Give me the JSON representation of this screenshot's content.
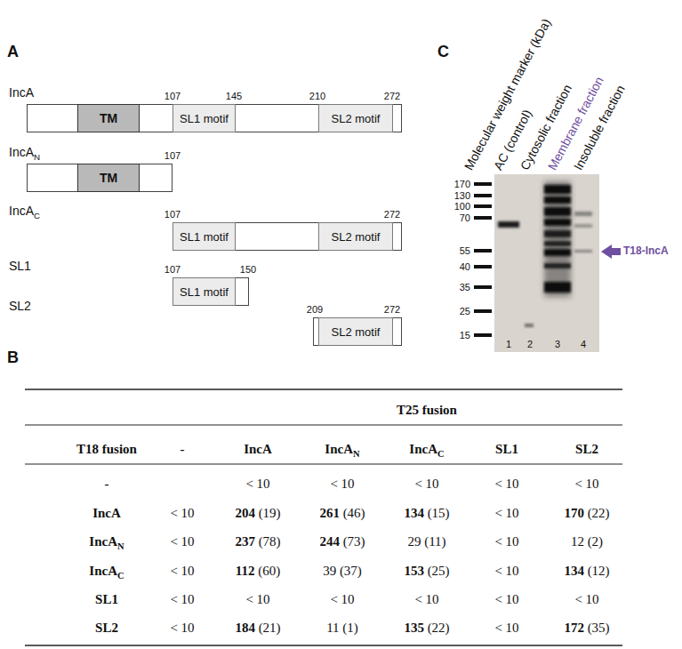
{
  "diagram": {
    "nodes": [
      {
        "text": [
          "IncA"
        ]
      },
      {
        "text": [
          "TM"
        ],
        "in": 0
      },
      {
        "text": [
          "SL1 motif"
        ],
        "in": 0
      },
      {
        "text": [
          "SL2 motif"
        ],
        "in": 0
      },
      {
        "text": [
          "IncAN"
        ]
      },
      {
        "text": [
          "TM"
        ],
        "in": 4
      },
      {
        "text": [
          "IncAC"
        ]
      },
      {
        "text": [
          "SL1 motif"
        ],
        "in": 6
      },
      {
        "text": [
          "SL2 motif"
        ],
        "in": 6
      },
      {
        "text": [
          "SL1"
        ]
      },
      {
        "text": [
          "SL1 motif"
        ],
        "in": 9
      },
      {
        "text": [
          "SL2"
        ]
      },
      {
        "text": [
          "SL2 motif"
        ],
        "in": 11
      }
    ],
    "labels": [
      "A",
      "107",
      "145",
      "210",
      "272",
      "107",
      "107",
      "272",
      "107",
      "150",
      "209",
      "272",
      "B",
      "T25 fusion",
      "T18 fusion",
      "-",
      "IncA",
      "IncAN",
      "IncAC",
      "SL1",
      "SL2",
      "-",
      "< 10",
      "< 10",
      "< 10",
      "< 10",
      "< 10",
      "IncA",
      "< 10",
      "204 (19)",
      "261 (46)",
      "134 (15)",
      "< 10",
      "170 (22)",
      "IncAN",
      "< 10",
      "237 (78)",
      "244 (73)",
      "29 (11)",
      "< 10",
      "12 (2)",
      "IncAC",
      "< 10",
      "112 (60)",
      "39 (37)",
      "153 (25)",
      "< 10",
      "134 (12)",
      "SL1",
      "< 10",
      "< 10",
      "< 10",
      "< 10",
      "< 10",
      "< 10",
      "SL2",
      "< 10",
      "184 (21)",
      "11 (1)",
      "135 (22)",
      "< 10",
      "172 (35)",
      "C",
      "Molecular weight marker (kDa)",
      "AC (control)",
      "Cytosolic fraction",
      "Membrane fraction",
      "Insoluble fraction",
      "170",
      "130",
      "100",
      "70",
      "55",
      "40",
      "35",
      "25",
      "15",
      "1",
      "2",
      "3",
      "4",
      "T18-IncA"
    ]
  }
}
